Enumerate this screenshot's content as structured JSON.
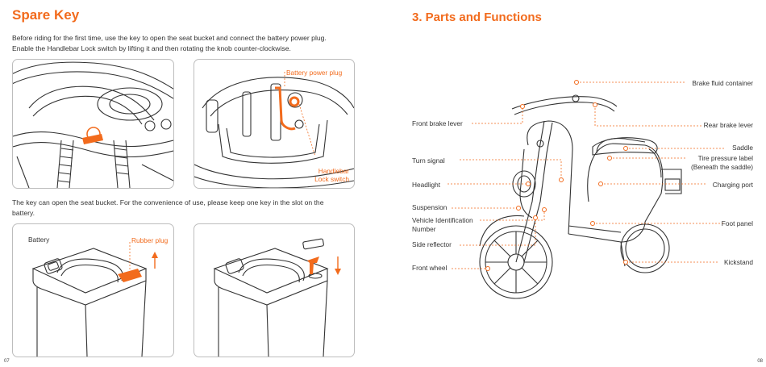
{
  "left_page": {
    "title": "Spare Key",
    "intro_line1": "Before riding for the first time, use the key to open the seat bucket and connect the battery power plug.",
    "intro_line2": "Enable the Handlebar Lock switch by lifting it and then rotating the knob counter-clockwise.",
    "callout_battery_plug": "Battery power plug",
    "callout_handlebar_line1": "Handlebar",
    "callout_handlebar_line2": "Lock switch",
    "note_line1": "The key can open the seat bucket. For the convenience of use, please keep one key in the slot on the",
    "note_line2": "battery.",
    "battery_label": "Battery",
    "callout_rubber_plug": "Rubber plug",
    "page_number": "07"
  },
  "right_page": {
    "title": "3. Parts and Functions",
    "labels_left": [
      "Front brake lever",
      "Turn signal",
      "Headlight",
      "Suspension",
      "Vehicle Identification",
      "Number",
      "Side reflector",
      "Front wheel"
    ],
    "labels_right": [
      "Brake fluid container",
      "Rear brake lever",
      "Saddle",
      "Tire pressure label",
      "(Beneath the saddle)",
      "Charging port",
      "Foot panel",
      "Kickstand"
    ],
    "page_number": "08"
  },
  "colors": {
    "accent": "#f26b1d",
    "text": "#333333",
    "panel_border": "#bdbdbd"
  }
}
